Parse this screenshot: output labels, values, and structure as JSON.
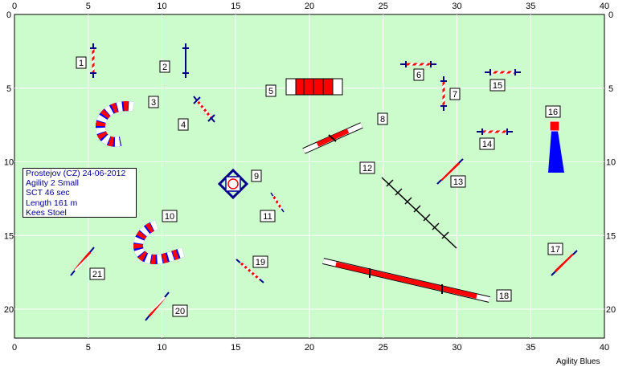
{
  "course": {
    "info": {
      "event": "Prostejov (CZ) 24-06-2012",
      "class": "Agility 2 Small",
      "sct": "SCT 46 sec",
      "length": "Length 161 m",
      "judge": "Kees Stoel"
    },
    "credit": "Agility Blues",
    "x_ticks": [
      "0",
      "5",
      "10",
      "15",
      "20",
      "25",
      "30",
      "35",
      "40"
    ],
    "y_ticks": [
      "0",
      "5",
      "10",
      "15",
      "20"
    ],
    "colors": {
      "field": "#ccfccc",
      "bar": "#00008b",
      "red": "#ff0000",
      "white": "#ffffff",
      "blue": "#0000ff"
    },
    "obstacles": [
      {
        "n": "1",
        "type": "jump"
      },
      {
        "n": "2",
        "type": "jump"
      },
      {
        "n": "3",
        "type": "tunnel"
      },
      {
        "n": "4",
        "type": "jump"
      },
      {
        "n": "5",
        "type": "tunnel"
      },
      {
        "n": "6",
        "type": "jump"
      },
      {
        "n": "7",
        "type": "jump"
      },
      {
        "n": "8",
        "type": "seesaw"
      },
      {
        "n": "9",
        "type": "table"
      },
      {
        "n": "10",
        "type": "tunnel"
      },
      {
        "n": "11",
        "type": "jump"
      },
      {
        "n": "12",
        "type": "weave poles"
      },
      {
        "n": "13",
        "type": "jump"
      },
      {
        "n": "14",
        "type": "jump"
      },
      {
        "n": "15",
        "type": "jump"
      },
      {
        "n": "16",
        "type": "chute"
      },
      {
        "n": "17",
        "type": "jump"
      },
      {
        "n": "18",
        "type": "dog walk"
      },
      {
        "n": "19",
        "type": "jump"
      },
      {
        "n": "20",
        "type": "jump"
      },
      {
        "n": "21",
        "type": "jump"
      }
    ]
  }
}
